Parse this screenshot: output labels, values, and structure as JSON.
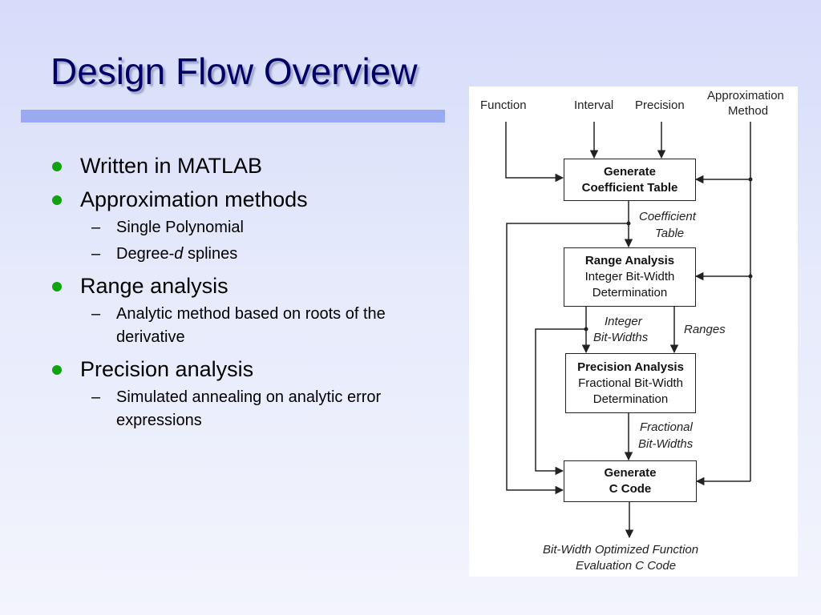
{
  "slide": {
    "title": "Design Flow Overview",
    "bullets": [
      {
        "text": "Written in MATLAB",
        "subitems": []
      },
      {
        "text": "Approximation methods",
        "subitems": [
          {
            "text": "Single Polynomial"
          },
          {
            "pre": "Degree-",
            "italic": "d",
            "post": " splines"
          }
        ]
      },
      {
        "text": "Range analysis",
        "subitems": [
          {
            "text": "Analytic method based on roots of the derivative"
          }
        ]
      },
      {
        "text": "Precision analysis",
        "subitems": [
          {
            "text": "Simulated annealing on analytic error expressions"
          }
        ]
      }
    ],
    "bullet_color": "#11a30f"
  },
  "diagram": {
    "inputs": {
      "function": "Function",
      "interval": "Interval",
      "precision": "Precision",
      "approx_line1": "Approximation",
      "approx_line2": "Method"
    },
    "boxes": {
      "gen_coef": {
        "line1": "Generate",
        "line2": "Coefficient Table"
      },
      "range": {
        "line1": "Range Analysis",
        "line2": "Integer Bit-Width",
        "line3": "Determination"
      },
      "precision": {
        "line1": "Precision Analysis",
        "line2": "Fractional Bit-Width",
        "line3": "Determination"
      },
      "gen_c": {
        "line1": "Generate",
        "line2": "C Code"
      }
    },
    "edge_labels": {
      "coef_line1": "Coefficient",
      "coef_line2": "Table",
      "int_line1": "Integer",
      "int_line2": "Bit-Widths",
      "ranges": "Ranges",
      "frac_line1": "Fractional",
      "frac_line2": "Bit-Widths"
    },
    "output": {
      "line1": "Bit-Width Optimized Function",
      "line2": "Evaluation C Code"
    }
  }
}
